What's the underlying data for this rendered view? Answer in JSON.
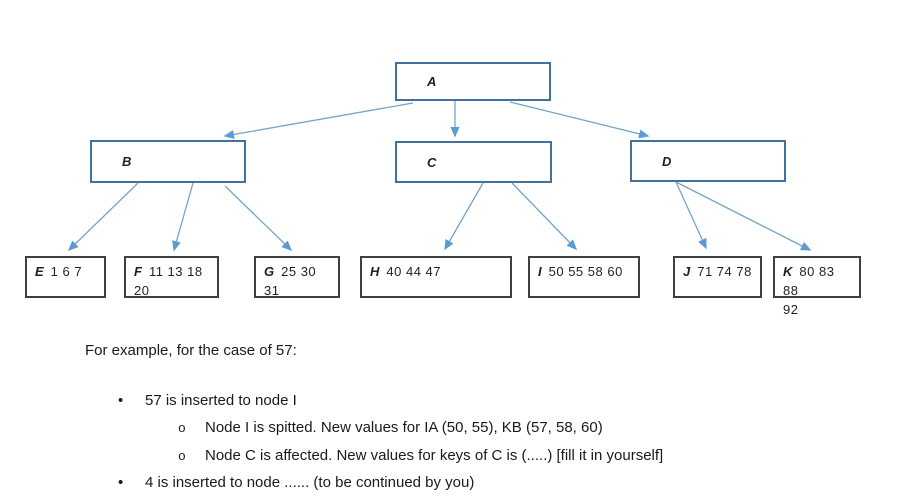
{
  "colors": {
    "branch_node_border": "#41719C",
    "leaf_node_border": "#3f3f3f",
    "arrow_line": "#76A3C9",
    "arrow_head": "#5B9BD5",
    "text": "#1a1a1a",
    "background": "#ffffff"
  },
  "tree": {
    "nodes": {
      "A": {
        "label": "A",
        "keys": ""
      },
      "B": {
        "label": "B",
        "keys": ""
      },
      "C": {
        "label": "C",
        "keys": ""
      },
      "D": {
        "label": "D",
        "keys": ""
      },
      "E": {
        "label": "E",
        "keys": "1 6 7"
      },
      "F": {
        "label": "F",
        "keys": "11 13 18\n20"
      },
      "G": {
        "label": "G",
        "keys": "25 30\n31"
      },
      "H": {
        "label": "H",
        "keys": "40 44 47"
      },
      "I": {
        "label": "I",
        "keys": "50 55 58 60"
      },
      "J": {
        "label": "J",
        "keys": "71 74 78"
      },
      "K": {
        "label": "K",
        "keys": "80 83 88\n92"
      }
    },
    "edges": [
      [
        "A",
        "B"
      ],
      [
        "A",
        "C"
      ],
      [
        "A",
        "D"
      ],
      [
        "B",
        "E"
      ],
      [
        "B",
        "F"
      ],
      [
        "B",
        "G"
      ],
      [
        "C",
        "H"
      ],
      [
        "C",
        "I"
      ],
      [
        "D",
        "J"
      ],
      [
        "D",
        "K"
      ]
    ]
  },
  "notes": {
    "intro": "For example, for the case of 57:",
    "bullet_marker": "•",
    "sub_marker": "o",
    "items": [
      {
        "level": 1,
        "text": "57 is inserted to node I"
      },
      {
        "level": 2,
        "text": "Node I is spitted. New values for IA (50, 55), KB (57, 58, 60)"
      },
      {
        "level": 2,
        "text": "Node C is affected. New values for keys of C is (.....) [fill it in yourself]"
      },
      {
        "level": 1,
        "text": "4 is inserted to node ...... (to be continued by you)"
      }
    ]
  }
}
